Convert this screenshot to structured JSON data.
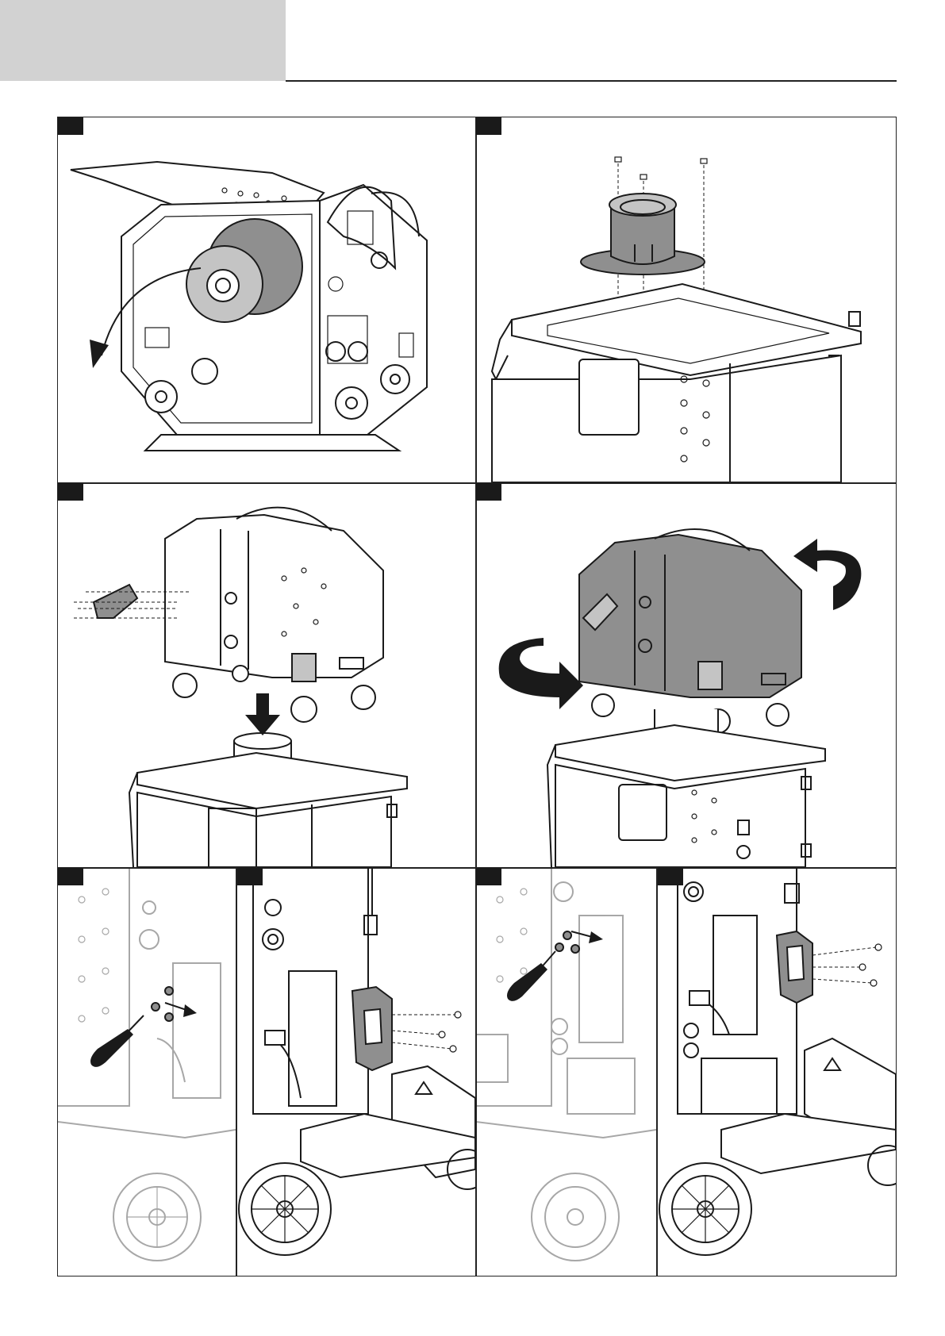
{
  "page": {
    "header_label": "",
    "colors": {
      "header_tab": "#d2d2d2",
      "line": "#1a1a1a",
      "part_fill": "#8f8f8f",
      "step_badge": "#1a1a1a"
    }
  },
  "figures": [
    {
      "step": "",
      "illustration": "wire-feeder-open-spool-removal",
      "icon": "curved-arrow-icon"
    },
    {
      "step": "",
      "illustration": "support-cylinder-screw-mount",
      "icon": "screw-icon"
    },
    {
      "step": "",
      "illustration": "feeder-lowered-onto-support",
      "icon": "down-arrow-icon"
    },
    {
      "step": "",
      "illustration": "feeder-rotation-on-support",
      "icon": "rotate-arrows-icon"
    },
    {
      "step": "",
      "illustration": "remove-plugs-with-screwdriver-lower",
      "icon": "screwdriver-icon"
    },
    {
      "step": "",
      "illustration": "fit-bracket-lower",
      "icon": "bracket-icon"
    },
    {
      "step": "",
      "illustration": "remove-plugs-with-screwdriver-upper",
      "icon": "screwdriver-icon"
    },
    {
      "step": "",
      "illustration": "fit-bracket-upper",
      "icon": "bracket-icon"
    }
  ]
}
